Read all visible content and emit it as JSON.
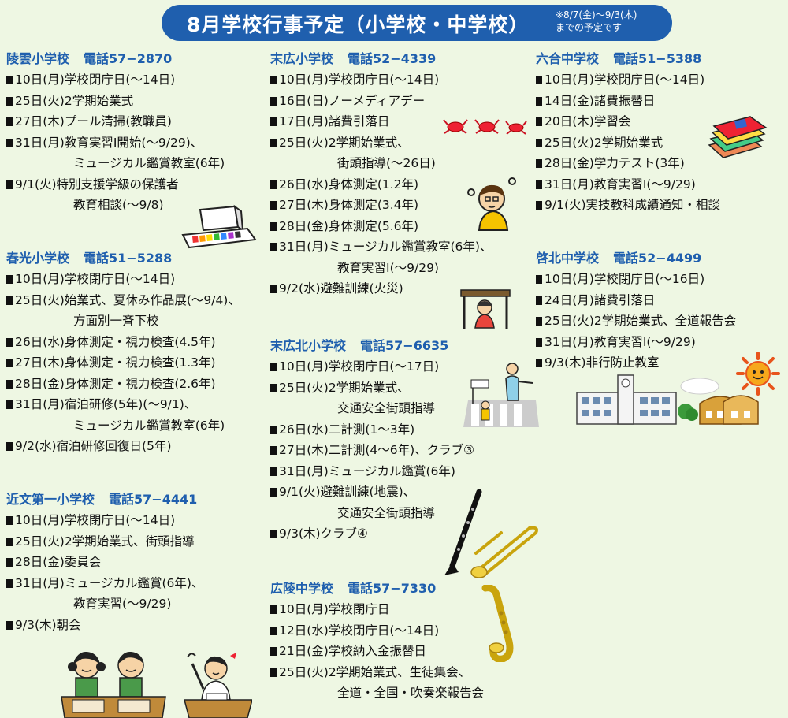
{
  "banner": {
    "title": "8月学校行事予定（小学校・中学校）",
    "note_line1": "※8/7(金)〜9/3(木)",
    "note_line2": "までの予定です"
  },
  "schools": {
    "ryoun": {
      "name": "陵雲小学校",
      "tel": "電話57−2870",
      "events": [
        "10日(月)学校閉庁日(〜14日)",
        "25日(火)2学期始業式",
        "27日(木)プール清掃(教職員)",
        "31日(月)教育実習Ⅰ開始(〜9/29)、"
      ],
      "cont1": "ミュージカル鑑賞教室(6年)",
      "event5": "9/1(火)特別支援学級の保護者",
      "cont2": "教育相談(〜9/8)"
    },
    "shunko": {
      "name": "春光小学校",
      "tel": "電話51−5288",
      "e1": "10日(月)学校閉庁日(〜14日)",
      "e2": "25日(火)始業式、夏休み作品展(〜9/4)、",
      "c2": "方面別一斉下校",
      "e3": "26日(水)身体測定・視力検査(4.5年)",
      "e4": "27日(木)身体測定・視力検査(1.3年)",
      "e5": "28日(金)身体測定・視力検査(2.6年)",
      "e6": "31日(月)宿泊研修(5年)(〜9/1)、",
      "c6": "ミュージカル鑑賞教室(6年)",
      "e7": "9/2(水)宿泊研修回復日(5年)"
    },
    "chikabun": {
      "name": "近文第一小学校",
      "tel": "電話57−4441",
      "e1": "10日(月)学校閉庁日(〜14日)",
      "e2": "25日(火)2学期始業式、街頭指導",
      "e3": "28日(金)委員会",
      "e4": "31日(月)ミュージカル鑑賞(6年)、",
      "c4": "教育実習(〜9/29)",
      "e5": "9/3(木)朝会"
    },
    "suehiro": {
      "name": "末広小学校",
      "tel": "電話52−4339",
      "e1": "10日(月)学校閉庁日(〜14日)",
      "e2": "16日(日)ノーメディアデー",
      "e3": "17日(月)諸費引落日",
      "e4": "25日(火)2学期始業式、",
      "c4": "街頭指導(〜26日)",
      "e5": "26日(水)身体測定(1.2年)",
      "e6": "27日(木)身体測定(3.4年)",
      "e7": "28日(金)身体測定(5.6年)",
      "e8": "31日(月)ミュージカル鑑賞教室(6年)、",
      "c8": "教育実習Ⅰ(〜9/29)",
      "e9": "9/2(水)避難訓練(火災)"
    },
    "suehirokita": {
      "name": "末広北小学校",
      "tel": "電話57−6635",
      "e1": "10日(月)学校閉庁日(〜17日)",
      "e2": "25日(火)2学期始業式、",
      "c2": "交通安全街頭指導",
      "e3": "26日(水)二計測(1〜3年)",
      "e4": "27日(木)二計測(4〜6年)、クラブ③",
      "e5": "31日(月)ミュージカル鑑賞(6年)",
      "e6": "9/1(火)避難訓練(地震)、",
      "c6": "交通安全街頭指導",
      "e7": "9/3(木)クラブ④"
    },
    "koryo": {
      "name": "広陵中学校",
      "tel": "電話57−7330",
      "e1": "10日(月)学校閉庁日",
      "e2": "12日(水)学校閉庁日(〜14日)",
      "e3": "21日(金)学校納入金振替日",
      "e4": "25日(火)2学期始業式、生徒集会、",
      "c4": "全道・全国・吹奏楽報告会"
    },
    "rokugo": {
      "name": "六合中学校",
      "tel": "電話51−5388",
      "e1": "10日(月)学校閉庁日(〜14日)",
      "e2": "14日(金)諸費振替日",
      "e3": "20日(木)学習会",
      "e4": "25日(火)2学期始業式",
      "e5": "28日(金)学力テスト(3年)",
      "e6": "31日(月)教育実習Ⅰ(〜9/29)",
      "e7": "9/1(火)実技教科成績通知・相談"
    },
    "keihoku": {
      "name": "啓北中学校",
      "tel": "電話52−4499",
      "e1": "10日(月)学校閉庁日(〜16日)",
      "e2": "24日(月)諸費引落日",
      "e3": "25日(火)2学期始業式、全道報告会",
      "e4": "31日(月)教育実習Ⅰ(〜9/29)",
      "e5": "9/3(木)非行防止教室"
    }
  },
  "illustrations": {
    "paint_box": "paint-box-illustration",
    "crabs": "crab-icons",
    "thinking_child": "thinking-child-illustration",
    "desk_drill": "desk-evacuation-illustration",
    "crossing_guard": "crosswalk-illustration",
    "clarinet": "clarinet-illustration",
    "trombone": "trombone-illustration",
    "saxophone": "saxophone-illustration",
    "textbooks": "textbooks-illustration",
    "sun": "sun-icon",
    "school_buildings": "school-building-illustration",
    "lunch_kids": "lunch-children-illustration",
    "student_desk": "student-at-desk-illustration",
    "colors": {
      "banner": "#1f5fae",
      "heading": "#1f5fae",
      "background": "#eef7e3",
      "sun": "#e8541c"
    }
  }
}
